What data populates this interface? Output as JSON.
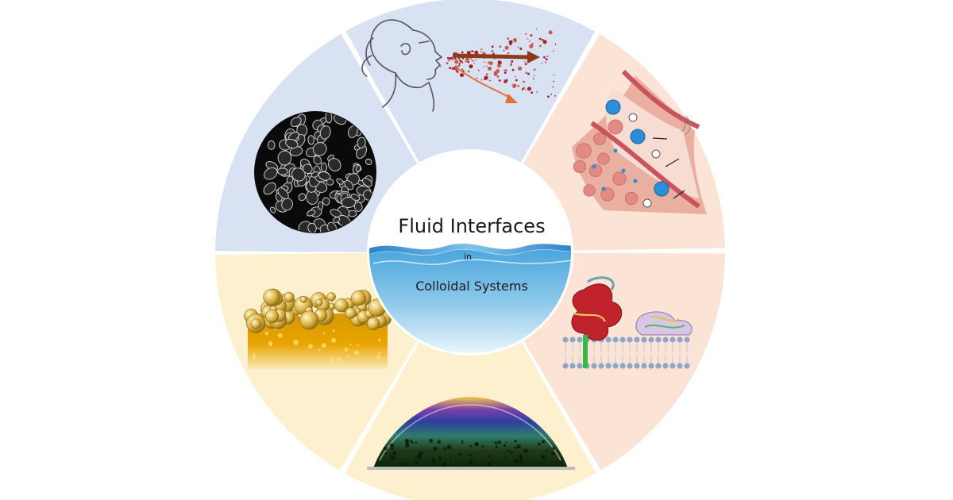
{
  "center": {
    "title": "Fluid Interfaces",
    "connector": "in",
    "subtitle": "Colloidal Systems"
  },
  "segment_colors": {
    "blue": "#d9e2f3",
    "peach": "#fbe3d6",
    "cream": "#fdf0cf"
  },
  "segments": [
    {
      "name": "respiratory-droplets",
      "color": "blue"
    },
    {
      "name": "blood-vessel-particles",
      "color": "peach"
    },
    {
      "name": "membrane-proteins",
      "color": "peach"
    },
    {
      "name": "soap-bubble",
      "color": "cream"
    },
    {
      "name": "beer-foam",
      "color": "cream"
    },
    {
      "name": "emulsion-droplets",
      "color": "blue"
    }
  ]
}
